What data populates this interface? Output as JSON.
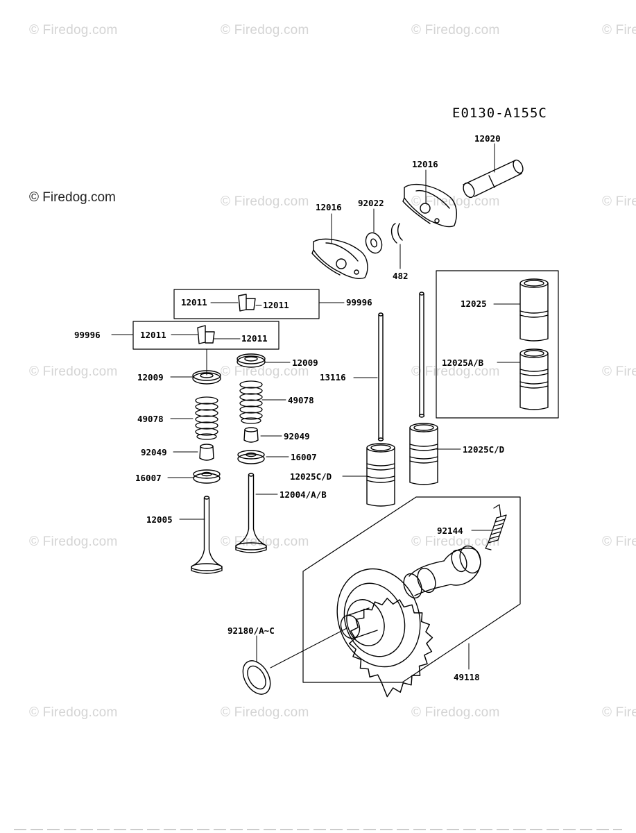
{
  "watermark": "© Firedog.com",
  "brand_mark": "© Firedog.com",
  "diagram_code": "E0130-A155C",
  "labels": {
    "p12020": "12020",
    "p12016_right": "12016",
    "p12016_left": "12016",
    "p92022": "92022",
    "p482": "482",
    "p12011_a": "12011",
    "p12011_b": "12011",
    "p99996_right": "99996",
    "p99996_left": "99996",
    "p12011_c": "12011",
    "p12011_d": "12011",
    "p12009_right": "12009",
    "p12009_left": "12009",
    "p13116": "13116",
    "p49078_right": "49078",
    "p49078_left": "49078",
    "p92049_right": "92049",
    "p92049_left": "92049",
    "p16007_right": "16007",
    "p16007_left": "16007",
    "p12025": "12025",
    "p12025AB": "12025A/B",
    "p12025CD_right": "12025C/D",
    "p12025CD_left": "12025C/D",
    "p12004AB": "12004/A/B",
    "p12005": "12005",
    "p92144": "92144",
    "p92180": "92180/A~C",
    "p49118": "49118"
  }
}
